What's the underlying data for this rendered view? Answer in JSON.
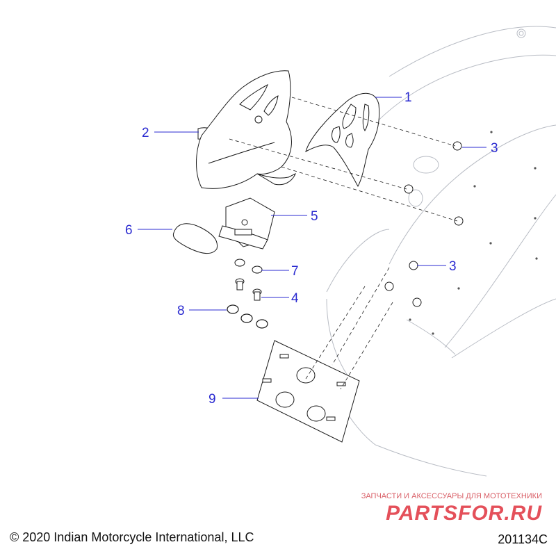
{
  "colors": {
    "callout": "#2a2ad0",
    "line": "#1a1a1a",
    "fender": "#b8bcc4",
    "watermark_red": "#e4505a",
    "watermark_text": "#d96068"
  },
  "callouts": [
    {
      "id": "c1",
      "label": "1"
    },
    {
      "id": "c2",
      "label": "2"
    },
    {
      "id": "c3a",
      "label": "3"
    },
    {
      "id": "c3b",
      "label": "3"
    },
    {
      "id": "c4",
      "label": "4"
    },
    {
      "id": "c5",
      "label": "5"
    },
    {
      "id": "c6",
      "label": "6"
    },
    {
      "id": "c7",
      "label": "7"
    },
    {
      "id": "c8",
      "label": "8"
    },
    {
      "id": "c9",
      "label": "9"
    }
  ],
  "watermark": {
    "tagline": "ЗАПЧАСТИ И АКСЕССУАРЫ ДЛЯ МОТОТЕХНИКИ",
    "logo_text": "PARTSFOR.RU"
  },
  "footer": {
    "copyright": "© 2020 Indian Motorcycle International, LLC",
    "diagram_id": "201134C"
  }
}
